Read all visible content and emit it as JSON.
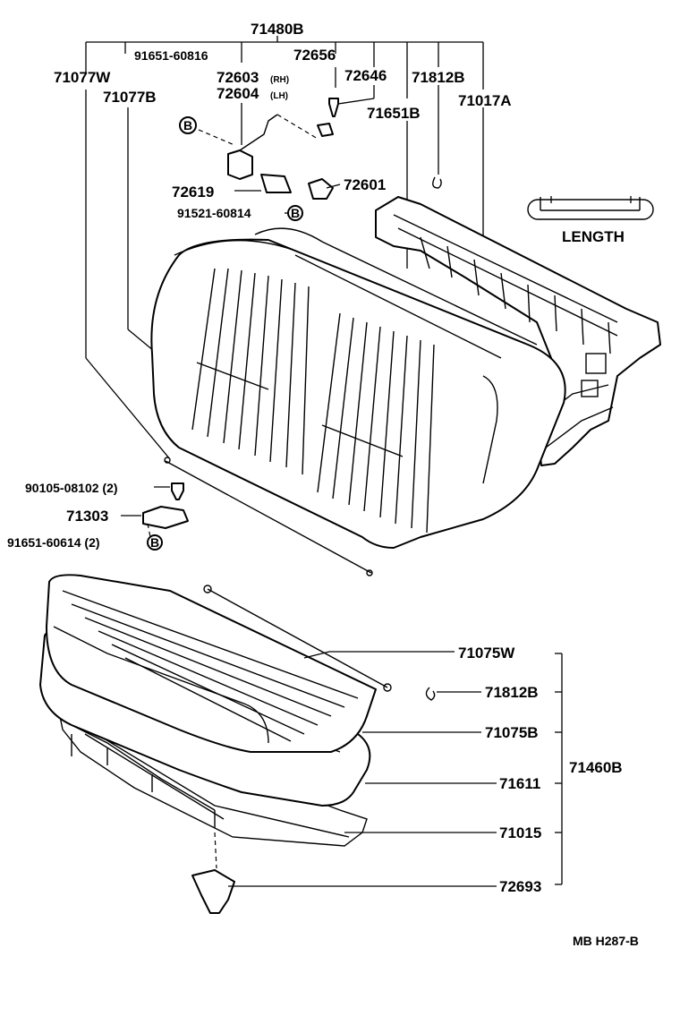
{
  "labels": {
    "p71480B": "71480B",
    "p91651_60816": "91651-60816",
    "p72656": "72656",
    "p71077W": "71077W",
    "p72603": "72603",
    "p72603_suffix": "(RH)",
    "p72646": "72646",
    "p71812B_top": "71812B",
    "p71077B": "71077B",
    "p72604": "72604",
    "p72604_suffix": "(LH)",
    "p71651B": "71651B",
    "p71017A": "71017A",
    "p72619": "72619",
    "p72601": "72601",
    "p91521_60814": "91521-60814",
    "length": "LENGTH",
    "p90105_08102": "90105-08102 (2)",
    "p71303": "71303",
    "p91651_60614": "91651-60614 (2)",
    "p71075W": "71075W",
    "p71812B_bot": "71812B",
    "p71075B": "71075B",
    "p71611": "71611",
    "p71460B": "71460B",
    "p71015": "71015",
    "p72693": "72693",
    "diagram_code": "MB H287-B"
  },
  "bolt_marker": "B"
}
